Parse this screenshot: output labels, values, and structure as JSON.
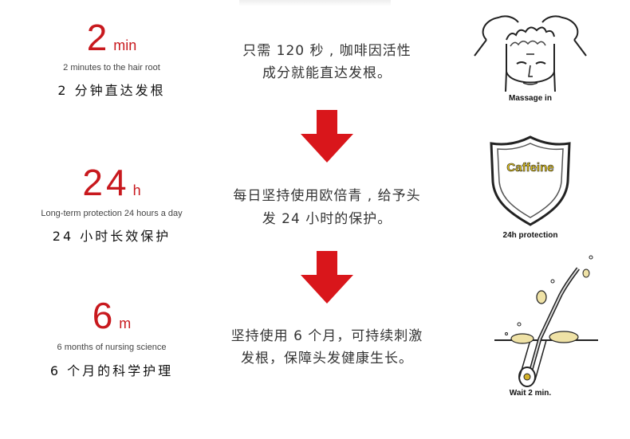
{
  "top_decor": "",
  "rows": [
    {
      "number": "2",
      "unit": "min",
      "english": "2 minutes to the hair root",
      "chinese": "2 分钟直达发根",
      "desc_line1": "只需 120 秒 , 咖啡因活性",
      "desc_line2": "成分就能直达发根。",
      "illustration": "massage-head-icon",
      "caption": "Massage in"
    },
    {
      "number": "24",
      "unit": "h",
      "english": "Long-term protection 24 hours a day",
      "chinese": "24 小时长效保护",
      "desc_line1": "每日坚持使用欧倍青 , 给予头",
      "desc_line2": "发 24 小时的保护。",
      "illustration": "caffeine-shield-icon",
      "shield_text": "Caffeine",
      "caption": "24h protection"
    },
    {
      "number": "6",
      "unit": "m",
      "english": "6 months of nursing science",
      "chinese": "6 个月的科学护理",
      "desc_line1": "坚持使用 6 个月，可持续刺激",
      "desc_line2": "发根，保障头发健康生长。",
      "illustration": "hair-follicle-icon",
      "caption": "Wait 2 min."
    }
  ],
  "colors": {
    "accent": "#c8191e",
    "arrow": "#d9161b"
  }
}
